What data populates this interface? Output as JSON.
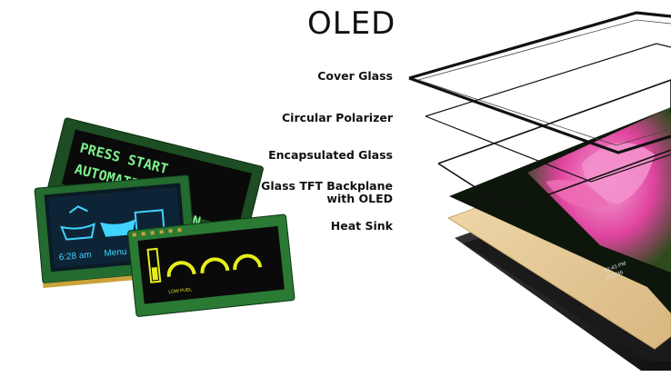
{
  "title": "OLED",
  "layers": [
    {
      "label": "Cover Glass"
    },
    {
      "label": "Circular Polarizer"
    },
    {
      "label": "Encapsulated Glass"
    },
    {
      "label": "Glass TFT Backplane",
      "label2": "with OLED"
    },
    {
      "label": "Heat Sink"
    }
  ],
  "module_back": {
    "line1": "PRESS START",
    "line2": "AUTOMATI",
    "line3": "EGIN"
  },
  "module_left": {
    "time": "6:28 am",
    "menu": "Menu"
  },
  "module_right": {
    "gauge_label": "LOW FUEL"
  },
  "screen_status": {
    "time": "12:43 PM",
    "date": "2/12/36"
  },
  "colors": {
    "oled_cyan": "#3fd3ff",
    "oled_yellow": "#e6ee1a",
    "pcb_green": "#1f5e2a",
    "heat_sink": "#e8cc9a"
  }
}
